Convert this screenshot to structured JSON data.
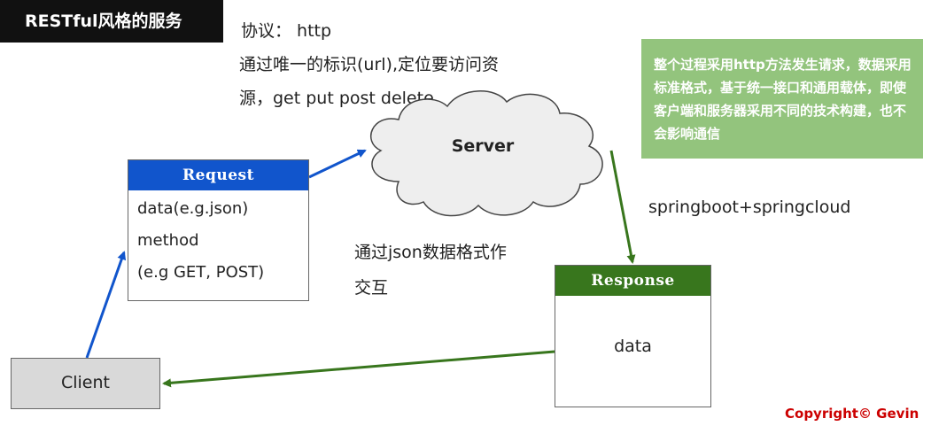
{
  "title": "RESTful风格的服务",
  "protocol_line": "协议：  http",
  "description_line1": "通过唯一的标识(url),定位要访问资",
  "description_line2": "源，get  put  post delete",
  "green_note": "整个过程采用http方法发生请求，数据采用标准格式，基于统一接口和通用载体，即使客户端和服务器采用不同的技术构建，也不会影响通信",
  "server_label": "Server",
  "request": {
    "header": "Request",
    "lines": [
      "data(e.g.json)",
      "method",
      "(e.g GET, POST)"
    ]
  },
  "response": {
    "header": "Response",
    "body": "data"
  },
  "client_label": "Client",
  "springboot_note": "springboot+springcloud",
  "json_note_line1": "通过json数据格式作",
  "json_note_line2": "交互",
  "copyright": "Copyright© Gevin",
  "colors": {
    "request_header": "#1155cc",
    "response_header": "#38761d",
    "note_bg": "#93c47d",
    "arrow_blue": "#1155cc",
    "arrow_green": "#38761d",
    "copyright": "#cc0000"
  }
}
